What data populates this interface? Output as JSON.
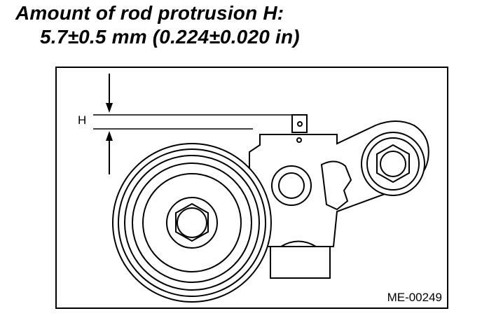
{
  "spec": {
    "title": "Amount of rod protrusion H:",
    "value": "5.7±0.5 mm (0.224±0.020 in)"
  },
  "figure": {
    "dimension_label": "H",
    "code": "ME-00249"
  }
}
